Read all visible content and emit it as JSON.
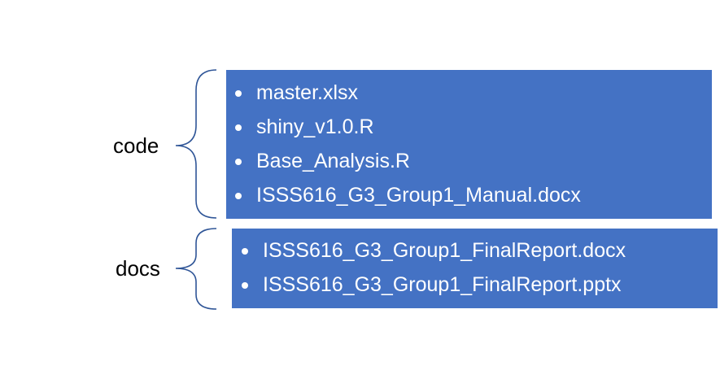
{
  "colors": {
    "box_fill": "#4472C4",
    "box_text": "#FFFFFF",
    "brace": "#2F5597",
    "label_text": "#000000"
  },
  "groups": [
    {
      "label": "code",
      "items": [
        "master.xlsx",
        "shiny_v1.0.R",
        "Base_Analysis.R",
        "ISSS616_G3_Group1_Manual.docx"
      ]
    },
    {
      "label": "docs",
      "items": [
        "ISSS616_G3_Group1_FinalReport.docx",
        "ISSS616_G3_Group1_FinalReport.pptx"
      ]
    }
  ]
}
